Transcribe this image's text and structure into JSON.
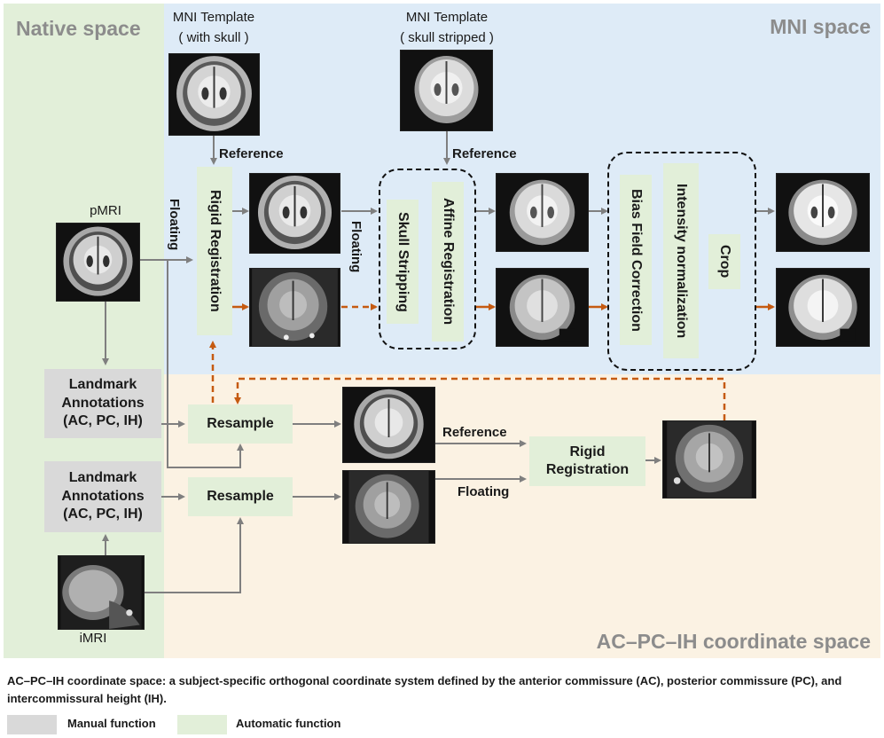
{
  "regions": {
    "native": "Native space",
    "mni": "MNI space",
    "acpc": "AC–PC–IH coordinate space"
  },
  "images": {
    "mni_with_skull_title": "MNI Template",
    "mni_with_skull_sub": "( with skull )",
    "mni_stripped_title": "MNI Template",
    "mni_stripped_sub": "( skull stripped )",
    "pmri": "pMRI",
    "imri": "iMRI"
  },
  "steps": {
    "rigid_registration_top": "Rigid Registration",
    "skull_stripping": "Skull Stripping",
    "affine_registration": "Affine Registration",
    "bias_field_correction": "Bias Field Correction",
    "intensity_normalization": "Intensity normalization",
    "crop": "Crop",
    "landmark_1": [
      "Landmark",
      "Annotations",
      "(AC, PC, IH)"
    ],
    "landmark_2": [
      "Landmark",
      "Annotations",
      "(AC, PC, IH)"
    ],
    "resample_1": "Resample",
    "resample_2": "Resample",
    "rigid_registration_bottom": [
      "Rigid",
      "Registration"
    ]
  },
  "edge_labels": {
    "reference_1": "Reference",
    "reference_2": "Reference",
    "floating_1": "Floating",
    "floating_2": "Floating",
    "reference_3": "Reference",
    "floating_3": "Floating"
  },
  "caption": "AC–PC–IH coordinate space: a subject-specific orthogonal coordinate system defined by the anterior commissure (AC), posterior commissure (PC), and intercommissural height (IH).",
  "legend": {
    "manual": "Manual function",
    "automatic": "Automatic function"
  },
  "colors": {
    "native_bg": "#e2efd9",
    "mni_bg": "#deebf7",
    "acpc_bg": "#fbf2e3",
    "manual": "#d9d9d9",
    "automatic": "#e2efd9",
    "gray_arrow": "#7f7f7f",
    "orange_arrow": "#c55a11"
  }
}
